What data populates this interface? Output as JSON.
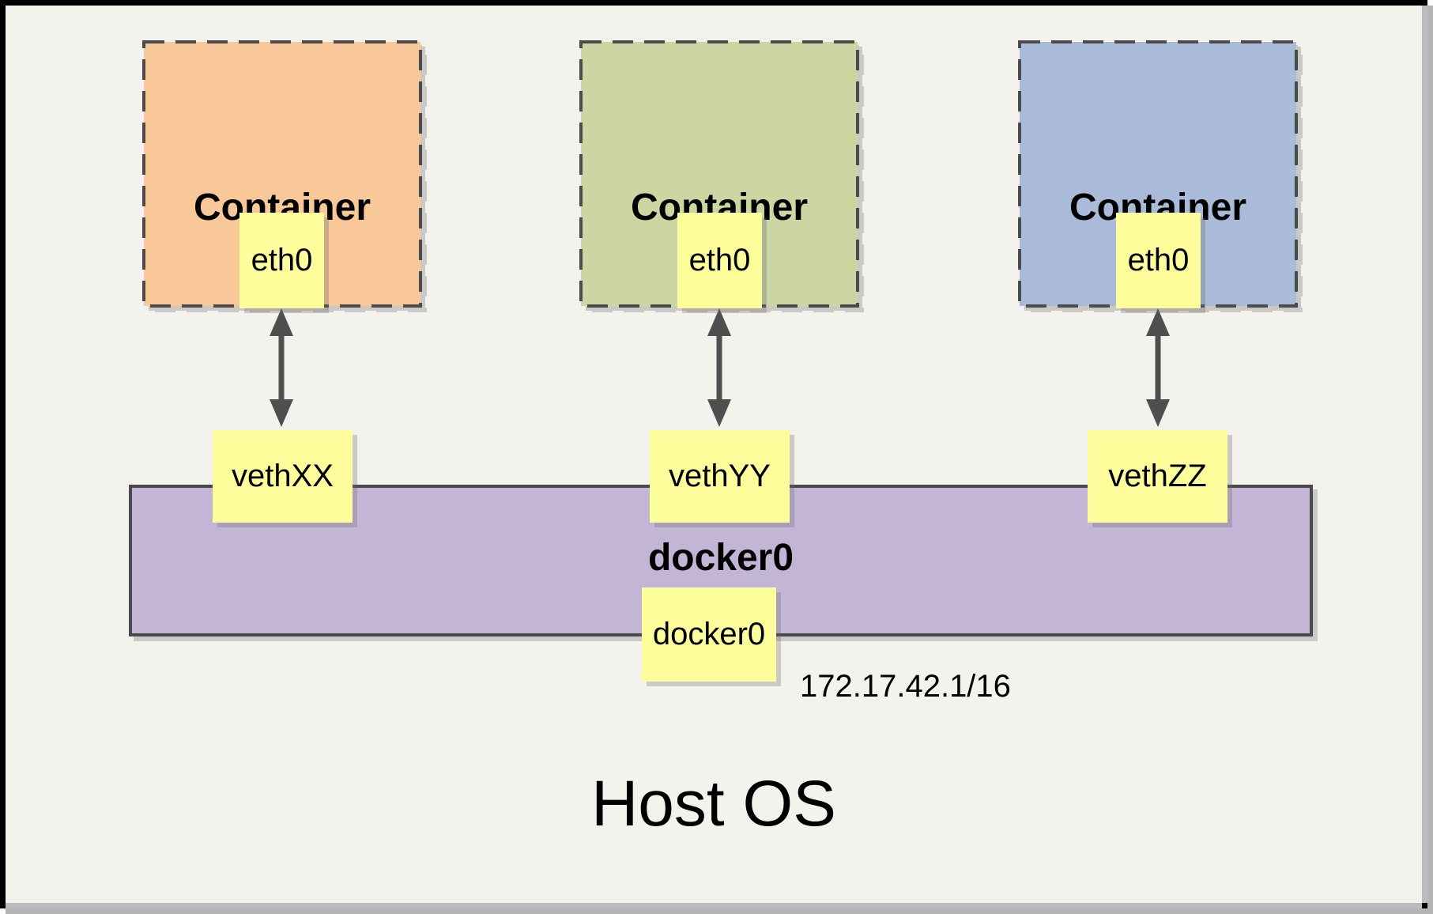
{
  "colors": {
    "background": "#f4f2ec",
    "frame_border": "#000000",
    "dashed_border": "#4b4b4b",
    "interface_yellow": "#fdfd9c",
    "bridge_purple": "#c3b5d6",
    "arrow": "#4f4f4f"
  },
  "containers": [
    {
      "label": "Container",
      "eth_label": "eth0",
      "veth_label": "vethXX",
      "fill": "#f8c898"
    },
    {
      "label": "Container",
      "eth_label": "eth0",
      "veth_label": "vethYY",
      "fill": "#cbd6a3"
    },
    {
      "label": "Container",
      "eth_label": "eth0",
      "veth_label": "vethZZ",
      "fill": "#a9bbd8"
    }
  ],
  "bridge": {
    "name": "docker0",
    "interface_label": "docker0",
    "ip": "172.17.42.1/16"
  },
  "host": {
    "label": "Host OS"
  }
}
